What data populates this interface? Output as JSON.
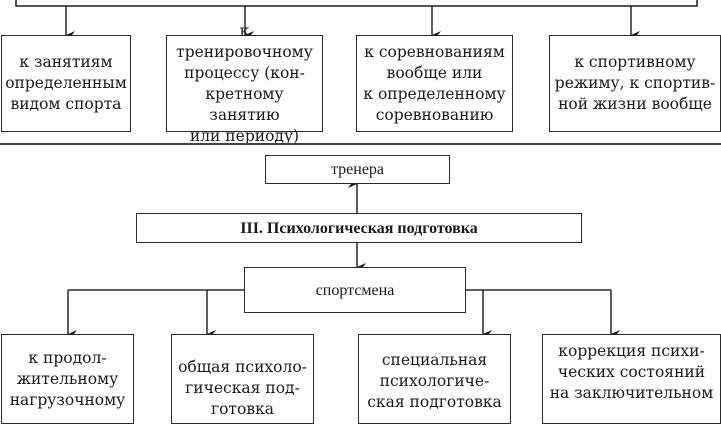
{
  "section_upper": {
    "row_boxes": [
      {
        "text": "к занятиям\nопределенным\nвидом спорта"
      },
      {
        "text": "к тренировочному\nпроцессу (кон-\nкретному занятию\nили периоду)"
      },
      {
        "text": "к соревнованиям\nвообще или\nк определенному\nсоревнованию"
      },
      {
        "text": "к спортивному\nрежиму, к спортив-\nной жизни вообще"
      }
    ]
  },
  "section_lower": {
    "coach_box": "тренера",
    "main_box": "III. Психологическая подготовка",
    "athlete_box": "спортсмена",
    "row_boxes": [
      {
        "text": "к продол-\nжительному\nнагрузочному"
      },
      {
        "text": "общая психоло-\nгическая под-\nготовка"
      },
      {
        "text": "специальная\nпсихологиче-\nская подготовка"
      },
      {
        "text": "коррекция психи-\nческих состояний\nна заключительном"
      }
    ]
  }
}
